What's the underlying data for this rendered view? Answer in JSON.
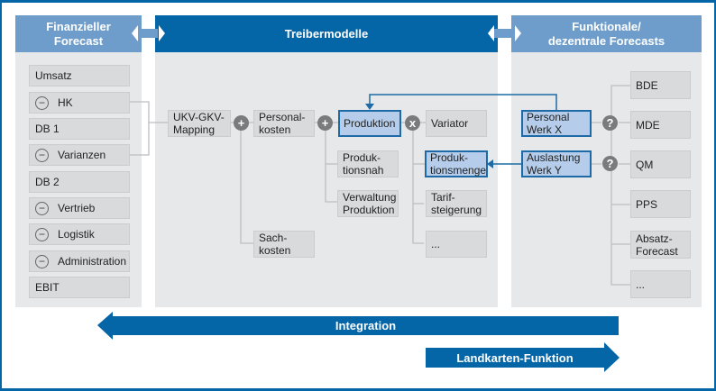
{
  "columns": {
    "finanziell": {
      "title_line1": "Finanzieller",
      "title_line2": "Forecast"
    },
    "treiber": {
      "title": "Treibermodelle"
    },
    "funktional": {
      "title_line1": "Funktionale/",
      "title_line2": "dezentrale Forecasts"
    }
  },
  "finance_items": [
    {
      "label": "Umsatz",
      "minus": false
    },
    {
      "label": "HK",
      "minus": true
    },
    {
      "label": "DB 1",
      "minus": false
    },
    {
      "label": "Varianzen",
      "minus": true
    },
    {
      "label": "DB 2",
      "minus": false
    },
    {
      "label": "Vertrieb",
      "minus": true
    },
    {
      "label": "Logistik",
      "minus": true
    },
    {
      "label": "Administration",
      "minus": true
    },
    {
      "label": "EBIT",
      "minus": false
    }
  ],
  "minus_symbol": "−",
  "driver": {
    "mapping": "UKV-GKV-Mapping",
    "personalkosten": "Personal-kosten",
    "sachkosten": "Sach-kosten",
    "produktion": "Produktion",
    "produktionsnah": "Produk-tionsnah",
    "verwaltung": "Verwaltung Produktion",
    "variator": "Variator",
    "produktionsmenge": "Produk-tionsmenge",
    "tarifsteigerung": "Tarif-steigerung",
    "more": "...",
    "op_plus": "+",
    "op_times": "x"
  },
  "functional": {
    "personal_werk": "Personal Werk X",
    "auslastung_werk": "Auslastung Werk Y",
    "op_question": "?",
    "sources": [
      "BDE",
      "MDE",
      "QM",
      "PPS",
      "Absatz-Forecast",
      "..."
    ]
  },
  "arrows": {
    "integration": "Integration",
    "landkarten": "Landkarten-Funktion"
  },
  "colors": {
    "dark_blue": "#0566a7",
    "light_blue": "#6e9dcc",
    "highlight": "#b5cdea",
    "panel": "#e7e8ea",
    "box": "#d9dadb"
  }
}
